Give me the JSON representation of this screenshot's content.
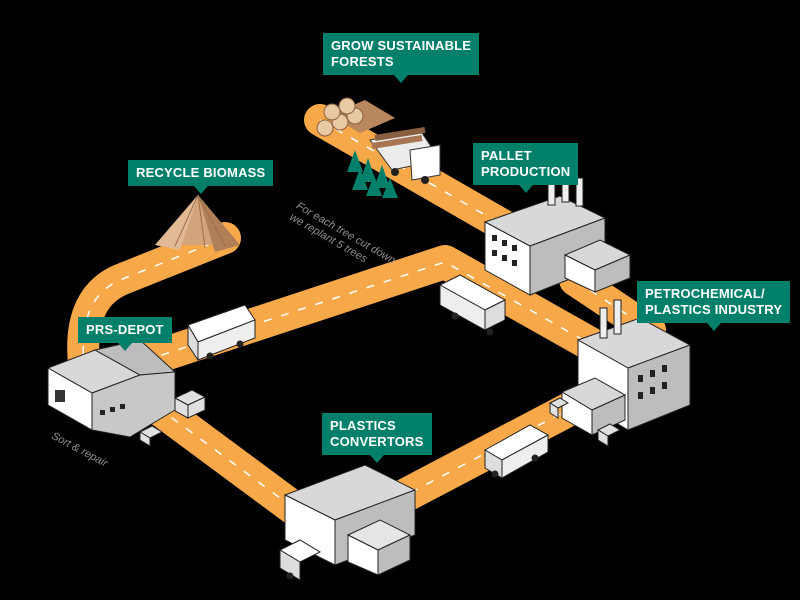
{
  "colors": {
    "background": "#000000",
    "road": "#f7a94a",
    "road_dash": "#ffffff",
    "label_bg": "#00806a",
    "label_text": "#ffffff",
    "note_text": "#8d8d8d",
    "tree": "#00806a",
    "biomass": "#c8966b"
  },
  "labels": {
    "forests": "GROW SUSTAINABLE\nFORESTS",
    "biomass": "RECYCLE BIOMASS",
    "pallet": "PALLET\nPRODUCTION",
    "petro": "PETROCHEMICAL/\nPLASTICS INDUSTRY",
    "depot": "PRS-DEPOT",
    "convertors": "PLASTICS\nCONVERTORS"
  },
  "notes": {
    "replant": "For each tree cut down\nwe replant 5 trees",
    "sort": "Sort & repair"
  },
  "icons": [
    "log-pile-icon",
    "timber-truck-icon",
    "tree-icon",
    "biomass-pile-icon",
    "factory-icon",
    "warehouse-icon",
    "truck-icon",
    "pallet-stack-icon"
  ]
}
